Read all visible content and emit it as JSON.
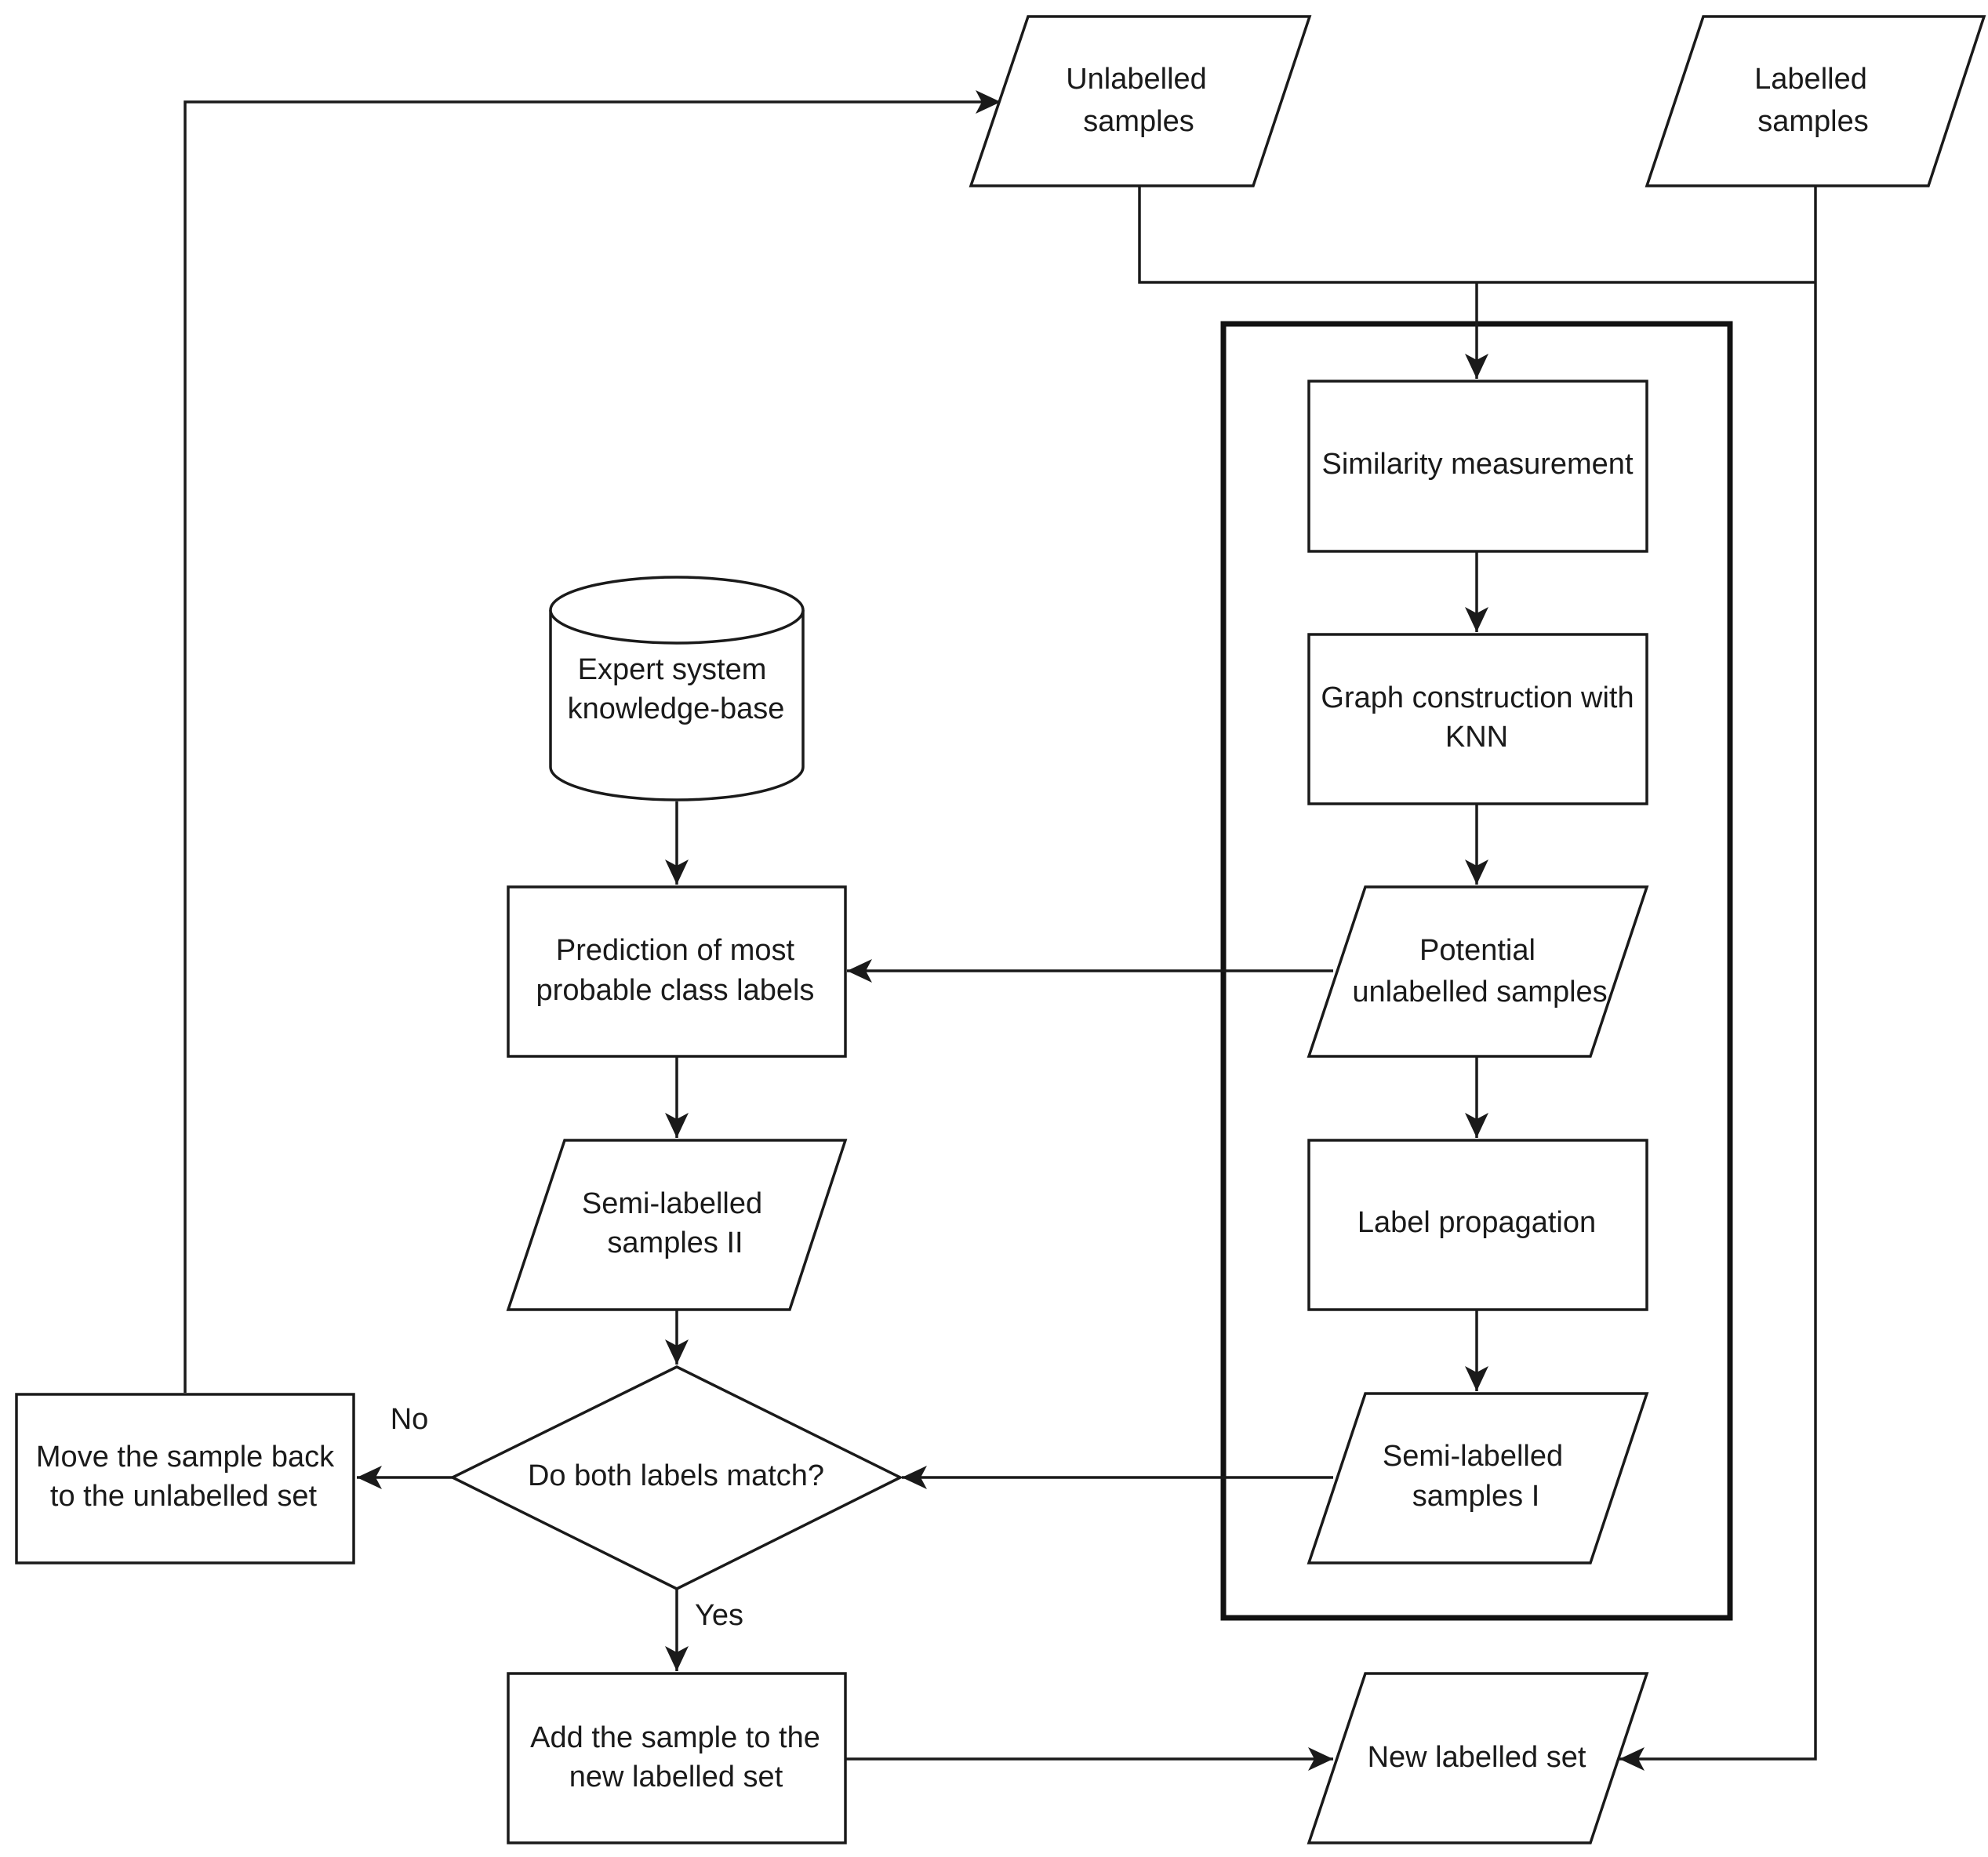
{
  "nodes": {
    "unlabelled": [
      "Unlabelled",
      "samples"
    ],
    "labelled": [
      "Labelled",
      "samples"
    ],
    "similarity": [
      "Similarity measurement"
    ],
    "graph": [
      "Graph construction with",
      "KNN"
    ],
    "potential": [
      "Potential",
      "unlabelled samples"
    ],
    "propagation": [
      "Label propagation"
    ],
    "semi1": [
      "Semi-labelled",
      "samples I"
    ],
    "expert": [
      "Expert system",
      "knowledge-base"
    ],
    "prediction": [
      "Prediction of most",
      "probable class labels"
    ],
    "semi2": [
      "Semi-labelled",
      "samples II"
    ],
    "decision": [
      "Do both labels match?"
    ],
    "moveback": [
      "Move the sample back",
      "to the unlabelled set"
    ],
    "add": [
      "Add the sample to the",
      "new labelled set"
    ],
    "newset": [
      "New labelled set"
    ]
  },
  "edge_labels": {
    "no": "No",
    "yes": "Yes"
  }
}
